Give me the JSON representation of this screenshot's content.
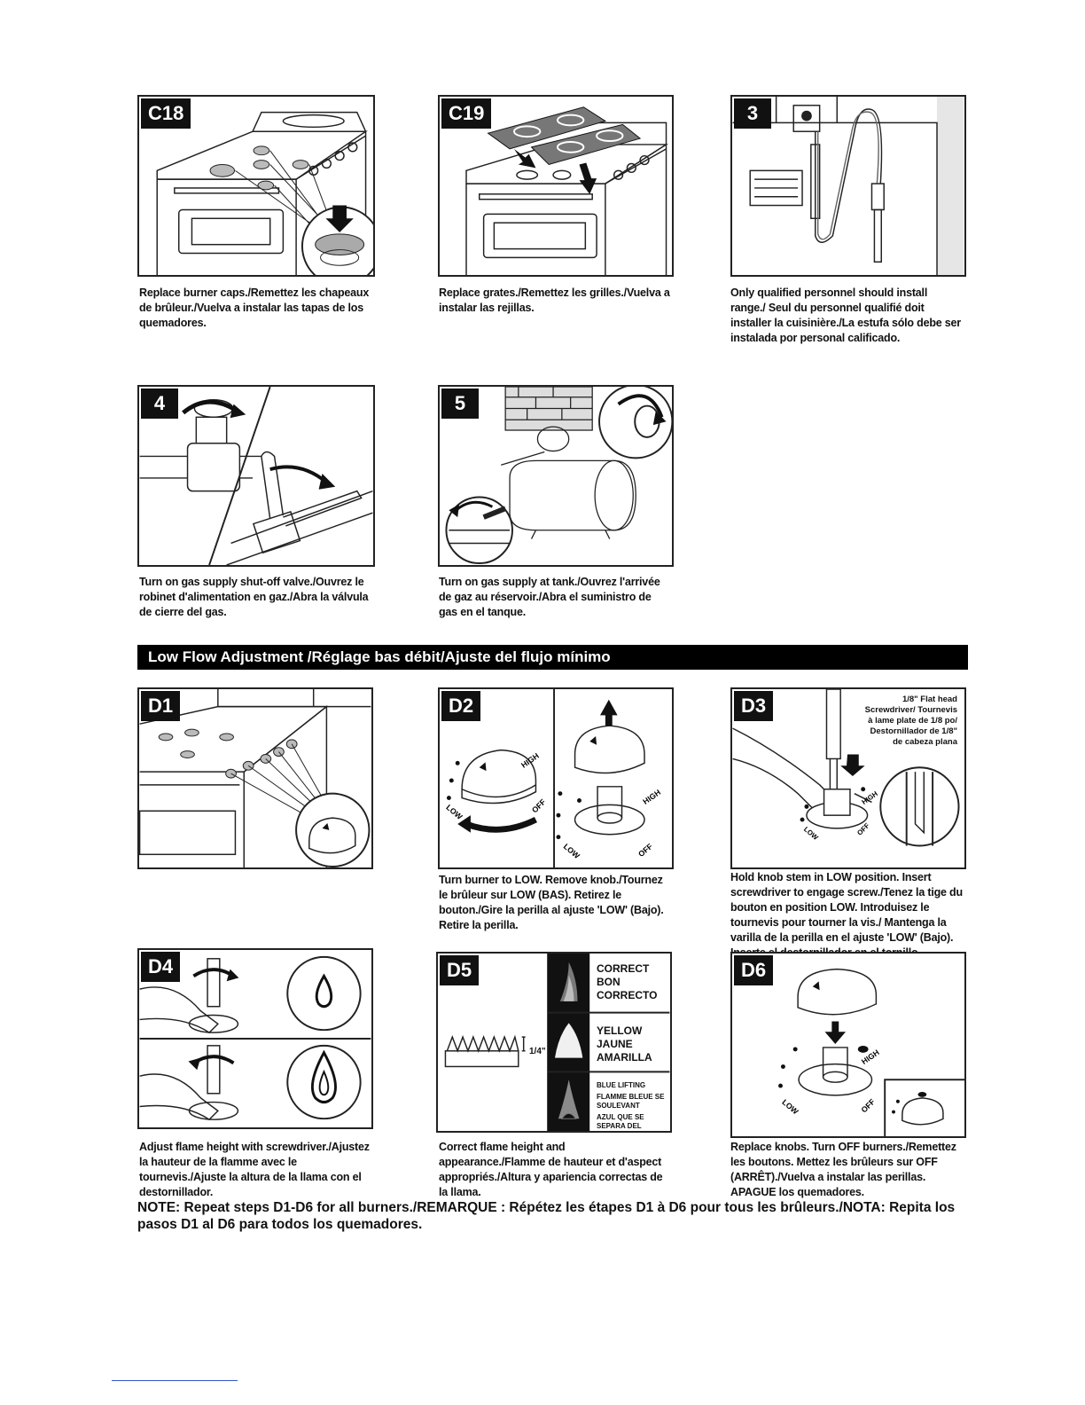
{
  "panels": {
    "c18": {
      "step": "C18",
      "caption": "Replace burner caps./Remettez les chapeaux de brûleur./Vuelva a instalar las tapas de los quemadores."
    },
    "c19": {
      "step": "C19",
      "caption": "Replace grates./Remettez les grilles./Vuelva a instalar las rejillas."
    },
    "s3": {
      "step": "3",
      "caption": "Only qualified personnel should install range./ Seul du personnel qualifié doit installer la cuisinière./La estufa sólo debe ser instalada por personal calificado."
    },
    "s4": {
      "step": "4",
      "caption": "Turn on gas supply shut-off valve./Ouvrez le robinet d'alimentation en gaz./Abra la válvula de cierre del gas."
    },
    "s5": {
      "step": "5",
      "caption": "Turn on gas supply at tank./Ouvrez l'arrivée de gaz au réservoir./Abra el suministro de gas en el tanque."
    },
    "d1": {
      "step": "D1"
    },
    "d2": {
      "step": "D2",
      "caption": "Turn burner to LOW. Remove knob./Tournez le brûleur sur LOW (BAS). Retirez le bouton./Gire la perilla al ajuste 'LOW' (Bajo). Retire la perilla."
    },
    "d3": {
      "step": "D3",
      "caption": "Hold knob stem in LOW position. Insert screwdriver to engage screw./Tenez la tige du bouton en position LOW. Introduisez le tournevis pour tourner la vis./ Mantenga la varilla de la perilla en el ajuste 'LOW' (Bajo). Inserte el destornillador en el tornillo.",
      "tool_note": "1/8\" Flat head Screwdriver/ Tournevis à lame plate de 1/8 po/ Destornillador de 1/8\" de cabeza plana"
    },
    "d4": {
      "step": "D4",
      "caption": "Adjust flame height with screwdriver./Ajustez la hauteur de la flamme avec le tournevis./Ajuste la altura de la llama con el destornillador."
    },
    "d5": {
      "step": "D5",
      "caption": "Correct flame height and appearance./Flamme de hauteur et d'aspect appropriés./Altura y apariencia correctas de la llama.",
      "measure": "1/4\"",
      "correct": [
        "CORRECT",
        "BON",
        "CORRECTO"
      ],
      "yellow": [
        "YELLOW",
        "JAUNE",
        "AMARILLA"
      ],
      "lifting": [
        "BLUE LIFTING",
        "FLAMME BLEUE SE SOULEVANT",
        "AZUL QUE SE SEPARA DEL QUEMADOR"
      ]
    },
    "d6": {
      "step": "D6",
      "caption": "Replace knobs. Turn OFF burners./Remettez les boutons. Mettez les brûleurs sur OFF (ARRÊT)./Vuelva a instalar las perillas. APAGUE los quemadores."
    }
  },
  "knob_labels": {
    "low": "LOW",
    "off": "OFF",
    "high": "HIGH"
  },
  "banner": "Low Flow Adjustment /Réglage bas débit/Ajuste del flujo mínimo",
  "note": "NOTE: Repeat steps D1-D6 for all burners./REMARQUE : Répétez les étapes D1 à D6 pour tous les brûleurs./NOTA: Repita los pasos D1 al D6 para todos los quemadores."
}
